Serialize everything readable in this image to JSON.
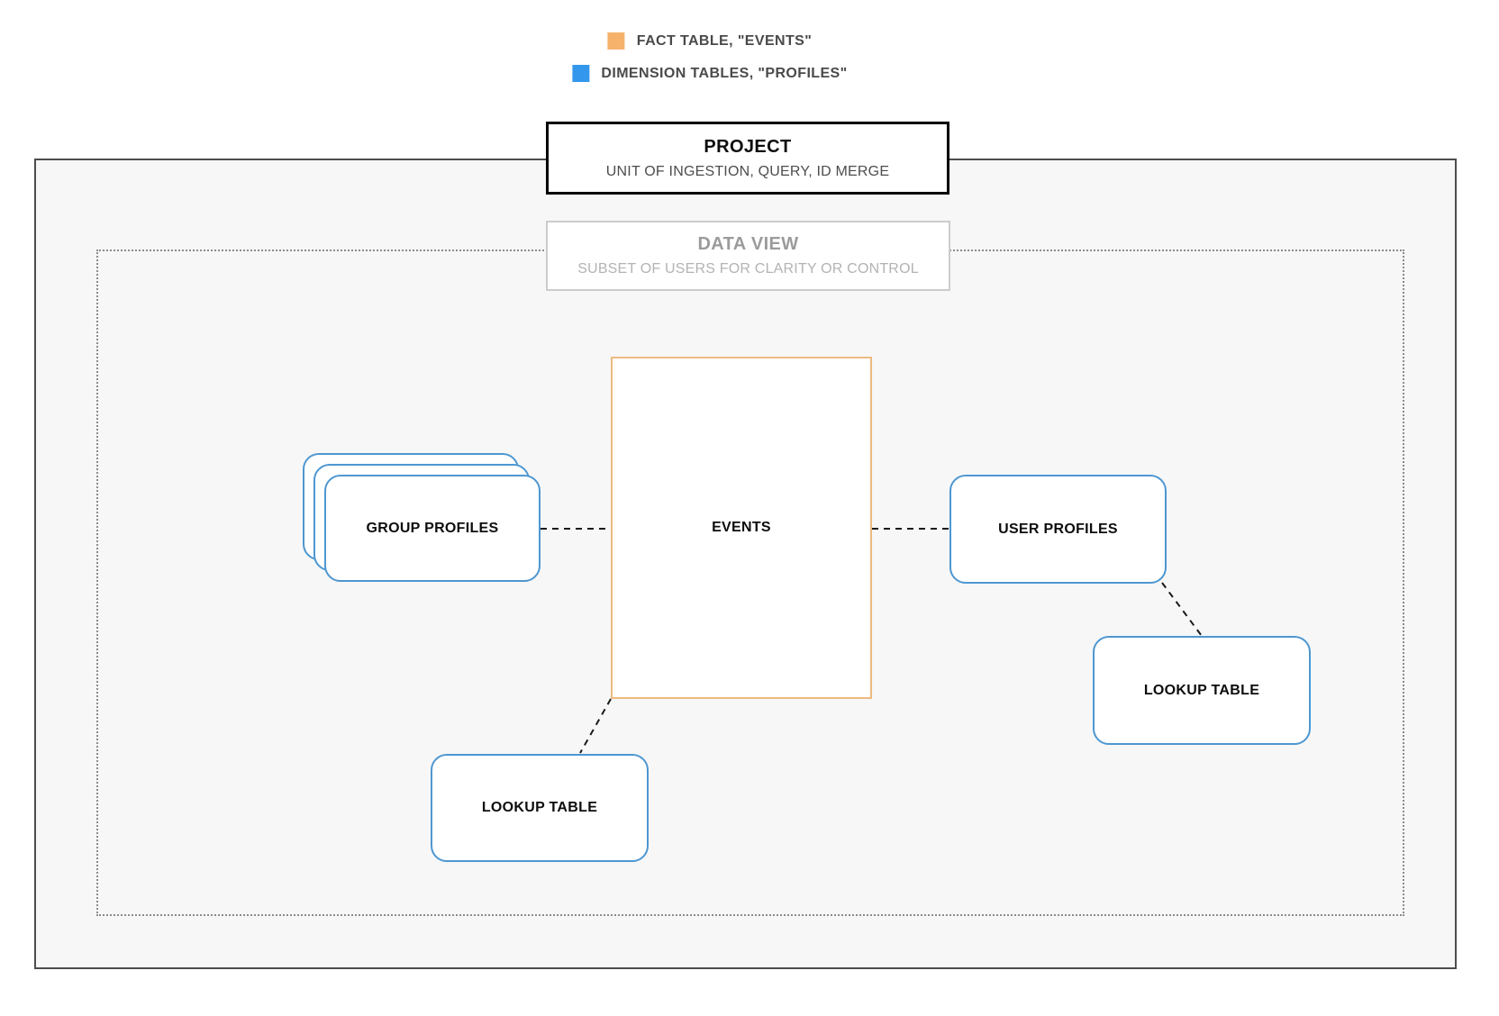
{
  "colors": {
    "fact-orange": "#F6B26B",
    "fact-border": "#EDBA80",
    "dimension-blue": "#3398EC",
    "dimension-border": "#4E97D1",
    "canvas-bg": "#F7F7F7",
    "connector": "#1A1A1A"
  },
  "legend": {
    "items": [
      {
        "swatch": "fact",
        "label": "FACT TABLE, \"EVENTS\""
      },
      {
        "swatch": "dimension",
        "label": "DIMENSION TABLES, \"PROFILES\""
      }
    ]
  },
  "project": {
    "title": "PROJECT",
    "subtitle": "UNIT OF INGESTION, QUERY, ID MERGE"
  },
  "data_view": {
    "title": "DATA VIEW",
    "subtitle": "SUBSET OF USERS FOR CLARITY OR CONTROL"
  },
  "nodes": {
    "events": {
      "label": "EVENTS"
    },
    "group_profiles": {
      "label": "GROUP PROFILES"
    },
    "user_profiles": {
      "label": "USER PROFILES"
    },
    "lookup_table_right": {
      "label": "LOOKUP TABLE"
    },
    "lookup_table_bottom": {
      "label": "LOOKUP TABLE"
    }
  }
}
